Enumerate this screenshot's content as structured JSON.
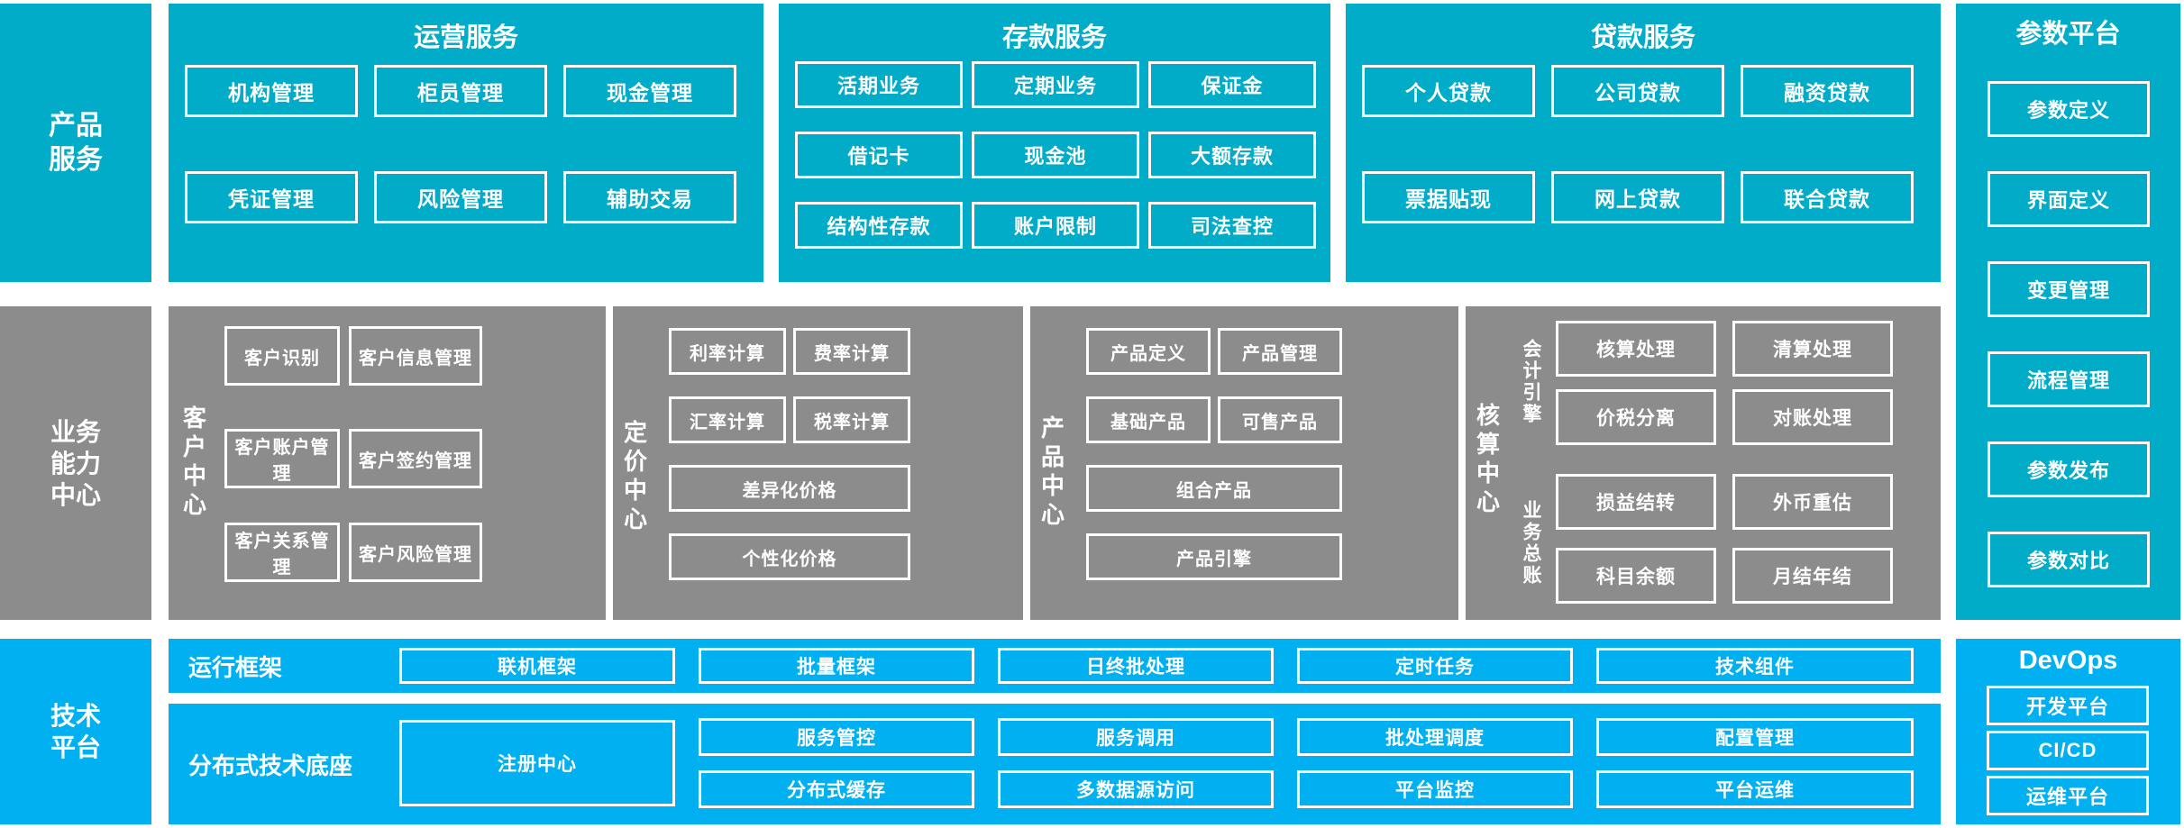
{
  "colors": {
    "teal": "#00ACC8",
    "gray": "#8C8C8C",
    "blue": "#00B0F0",
    "tile_border": "#FFFFFF",
    "text": "#FFFFFF"
  },
  "bands": {
    "product_services": {
      "rail_label_line1": "产品",
      "rail_label_line2": "服务",
      "groups": [
        {
          "title": "运营服务",
          "tiles": [
            "机构管理",
            "柜员管理",
            "现金管理",
            "凭证管理",
            "风险管理",
            "辅助交易"
          ]
        },
        {
          "title": "存款服务",
          "tiles": [
            "活期业务",
            "定期业务",
            "保证金",
            "借记卡",
            "现金池",
            "大额存款",
            "结构性存款",
            "账户限制",
            "司法查控"
          ]
        },
        {
          "title": "贷款服务",
          "tiles": [
            "个人贷款",
            "公司贷款",
            "融资贷款",
            "票据贴现",
            "网上贷款",
            "联合贷款"
          ]
        }
      ]
    },
    "business_capability": {
      "rail_label_line1": "业务",
      "rail_label_line2": "能力",
      "rail_label_line3": "中心",
      "centers": [
        {
          "name": "客户中心",
          "tiles": [
            "客户识别",
            "客户信息管理",
            "客户账户管理",
            "客户签约管理",
            "客户关系管理",
            "客户风险管理"
          ]
        },
        {
          "name": "定价中心",
          "tiles": [
            "利率计算",
            "费率计算",
            "汇率计算",
            "税率计算",
            "差异化价格",
            "个性化价格"
          ]
        },
        {
          "name": "产品中心",
          "tiles": [
            "产品定义",
            "产品管理",
            "基础产品",
            "可售产品",
            "组合产品",
            "产品引擎"
          ]
        },
        {
          "name": "核算中心",
          "sub_labels": [
            "会计引擎",
            "业务总账"
          ],
          "tiles": [
            "核算处理",
            "清算处理",
            "价税分离",
            "对账处理",
            "损益结转",
            "外币重估",
            "科目余额",
            "月结年结"
          ]
        }
      ]
    },
    "technical_platform": {
      "rail_label_line1": "技术",
      "rail_label_line2": "平台",
      "rows": [
        {
          "label": "运行框架",
          "tiles": [
            "联机框架",
            "批量框架",
            "日终批处理",
            "定时任务",
            "技术组件"
          ]
        },
        {
          "label": "分布式技术底座",
          "wide_tile": "注册中心",
          "tiles_row1": [
            "服务管控",
            "服务调用",
            "批处理调度",
            "配置管理"
          ],
          "tiles_row2": [
            "分布式缓存",
            "多数据源访问",
            "平台监控",
            "平台运维"
          ]
        }
      ]
    }
  },
  "param_platform": {
    "title": "参数平台",
    "tiles": [
      "参数定义",
      "界面定义",
      "变更管理",
      "流程管理",
      "参数发布",
      "参数对比"
    ]
  },
  "devops": {
    "title": "DevOps",
    "tiles": [
      "开发平台",
      "CI/CD",
      "运维平台"
    ]
  }
}
